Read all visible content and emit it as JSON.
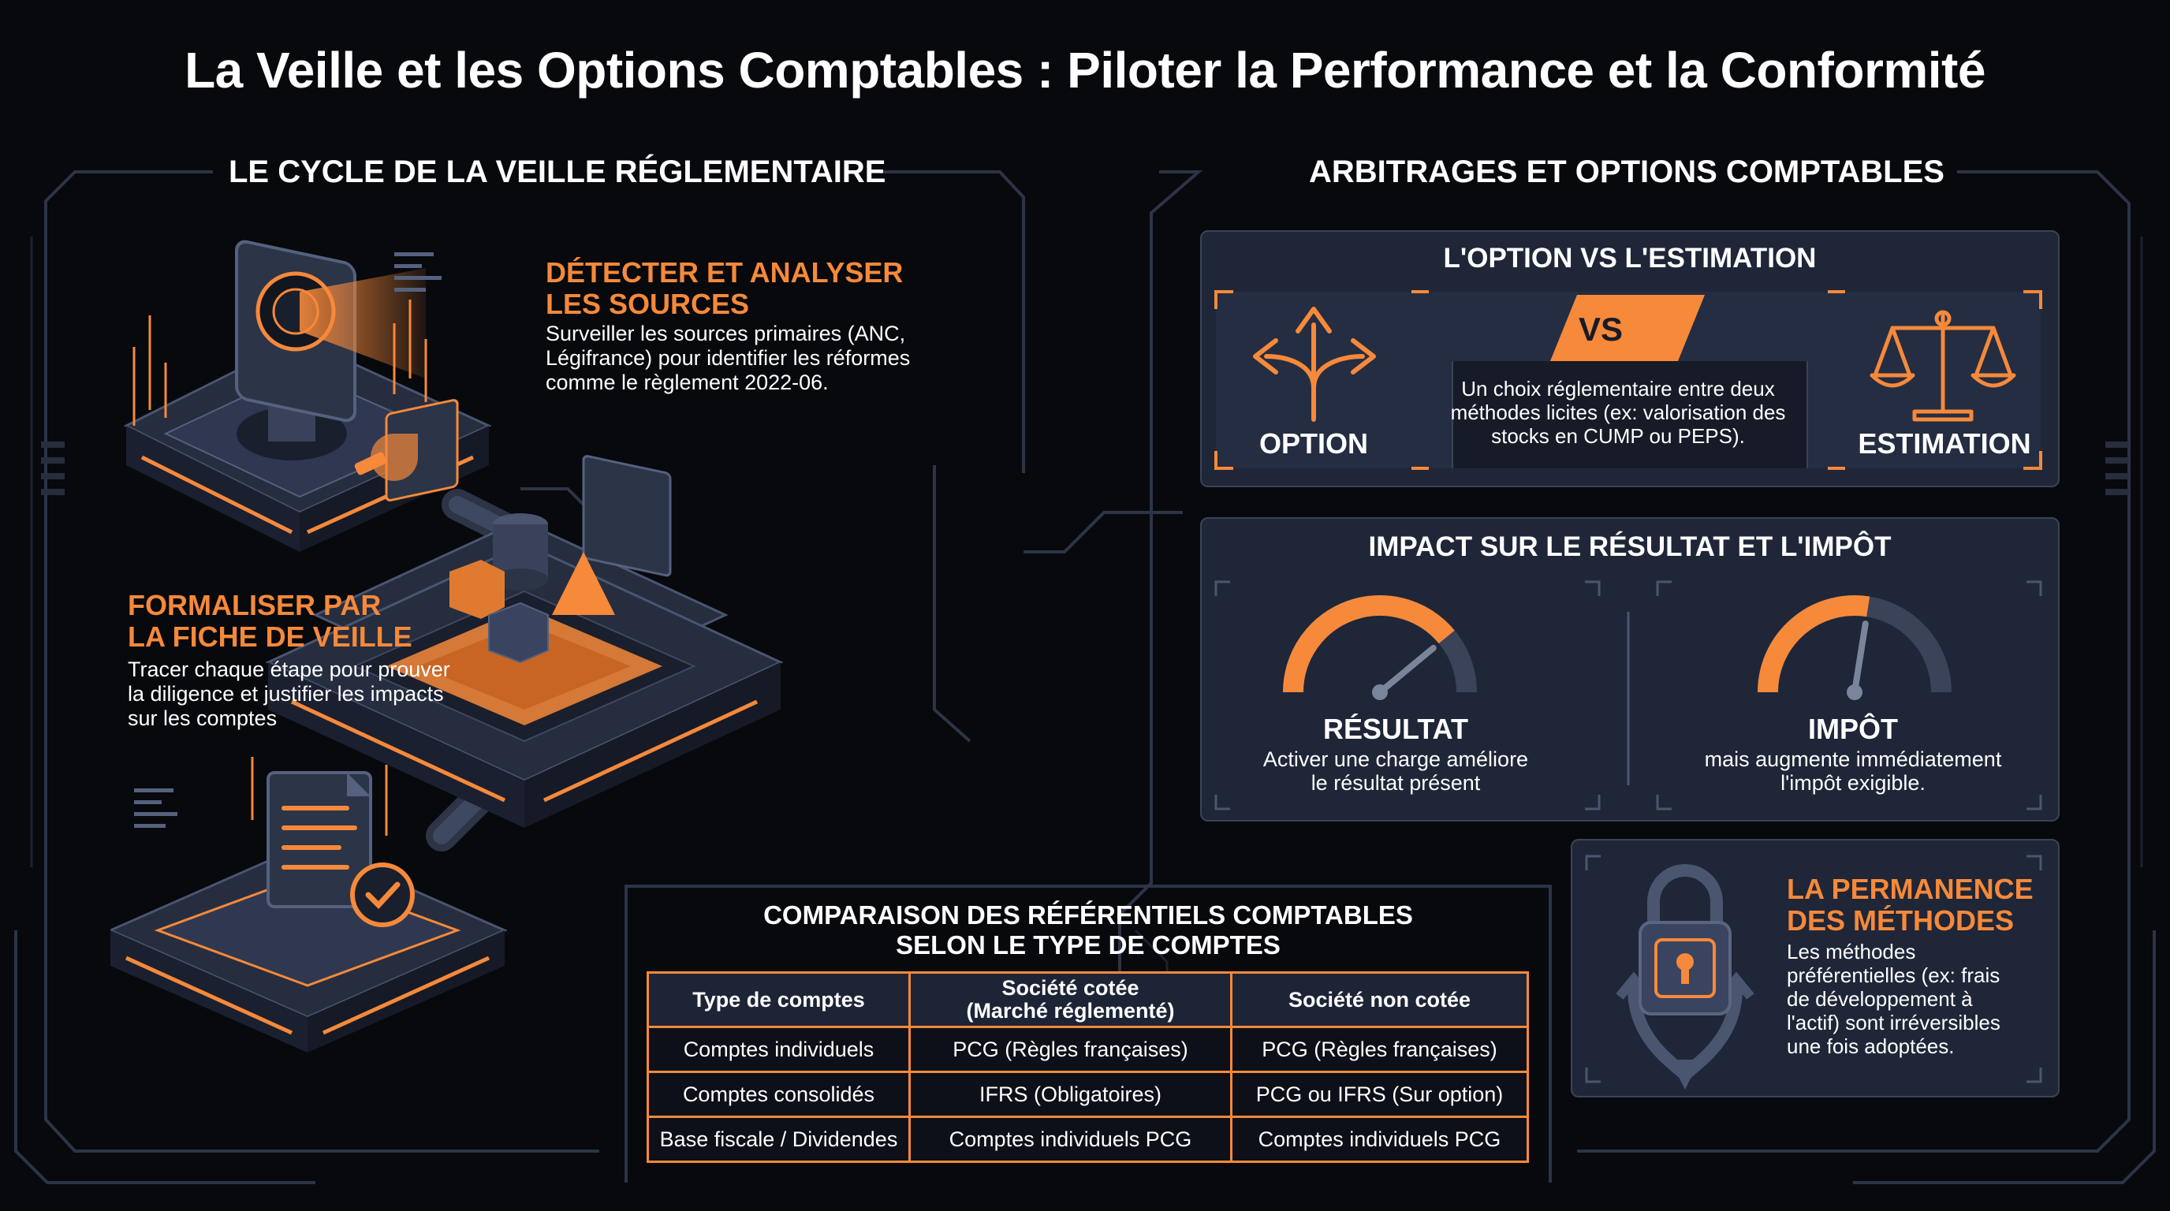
{
  "title": "La Veille et les Options Comptables : Piloter la Performance et la Conformité",
  "left": {
    "section_title": "LE CYCLE DE LA VEILLE RÉGLEMENTAIRE",
    "step1": {
      "title_line1": "DÉTECTER ET ANALYSER",
      "title_line2": "LES SOURCES",
      "line1": "Surveiller les sources primaires (ANC,",
      "line2": "Légifrance) pour identifier les réformes",
      "line3": "comme le règlement 2022-06."
    },
    "step2": {
      "title_line1": "FORMALISER PAR",
      "title_line2": "LA FICHE DE VEILLE",
      "line1": "Tracer chaque étape pour prouver",
      "line2": "la diligence et justifier les impacts",
      "line3": "sur les comptes"
    }
  },
  "right": {
    "section_title": "ARBITRAGES ET OPTIONS COMPTABLES",
    "option_panel": {
      "title": "L'OPTION VS L'ESTIMATION",
      "vs": "VS",
      "option_label": "OPTION",
      "estimation_label": "ESTIMATION",
      "desc_line1": "Un choix réglementaire entre deux",
      "desc_line2": "méthodes licites (ex: valorisation des",
      "desc_line3": "stocks en CUMP ou PEPS)."
    },
    "impact_panel": {
      "title": "IMPACT SUR LE RÉSULTAT ET L'IMPÔT",
      "resultat": {
        "label": "RÉSULTAT",
        "line1": "Activer une charge améliore",
        "line2": "le résultat présent",
        "gauge_level": 0.78
      },
      "impot": {
        "label": "IMPÔT",
        "line1": "mais augmente immédiatement",
        "line2": "l'impôt exigible.",
        "gauge_level": 0.55
      }
    },
    "permanence_panel": {
      "title_line1": "LA PERMANENCE",
      "title_line2": "DES MÉTHODES",
      "line1": "Les méthodes",
      "line2": "préférentielles (ex: frais",
      "line3": "de développement à",
      "line4": "l'actif) sont irréversibles",
      "line5": "une fois adoptées."
    }
  },
  "comparison": {
    "title_line1": "COMPARAISON DES RÉFÉRENTIELS COMPTABLES",
    "title_line2": "SELON LE TYPE DE COMPTES",
    "headers": {
      "col1": "Type de comptes",
      "col2_line1": "Société cotée",
      "col2_line2": "(Marché réglementé)",
      "col3": "Société non cotée"
    },
    "rows": [
      [
        "Comptes individuels",
        "PCG (Règles françaises)",
        "PCG (Règles françaises)"
      ],
      [
        "Comptes consolidés",
        "IFRS (Obligatoires)",
        "PCG ou IFRS (Sur option)"
      ],
      [
        "Base fiscale / Dividendes",
        "Comptes individuels PCG",
        "Comptes individuels PCG"
      ]
    ]
  },
  "icons": {
    "step1": "monitor-scan-icon",
    "hub": "processor-hub-icon",
    "step2": "document-check-icon",
    "option": "branching-arrows-icon",
    "estimation": "scales-icon",
    "gauge": "gauge-icon",
    "lock": "padlock-anchor-icon"
  },
  "colors": {
    "accent": "#f6893a",
    "panel": "#1f2638",
    "background": "#07090d"
  }
}
